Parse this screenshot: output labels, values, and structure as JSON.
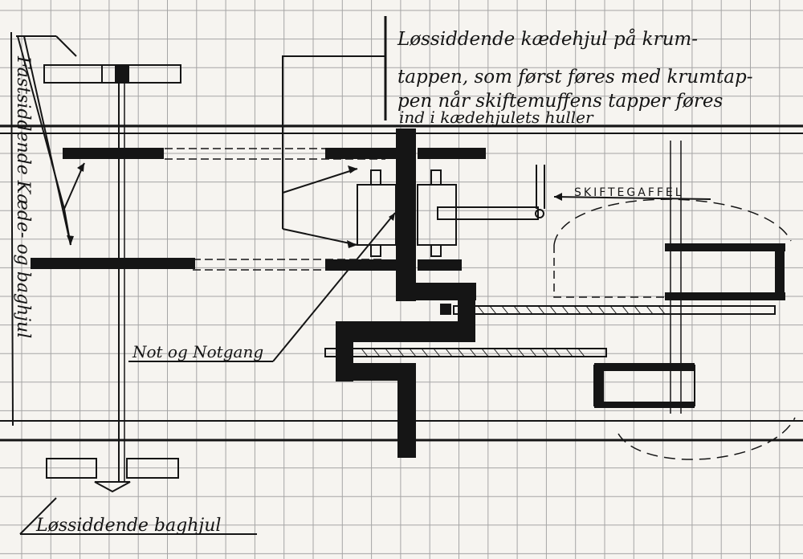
{
  "labels": {
    "top_note": [
      "Løssiddende kædehjul på krum-",
      "tappen, som først føres med krumtap-",
      "pen når skiftemuffens tapper føres",
      "ind i kædehjulets huller"
    ],
    "left_vertical": "Fastsiddende Kæde- og baghjul",
    "bottom_note": "Løssiddende baghjul",
    "shift_fork": "SKIFTEGAFFEL",
    "groove": "Not og Notgang"
  },
  "colors": {
    "ink": "#151515",
    "grid": "#9a9a9a",
    "paper": "#f6f4f0"
  }
}
